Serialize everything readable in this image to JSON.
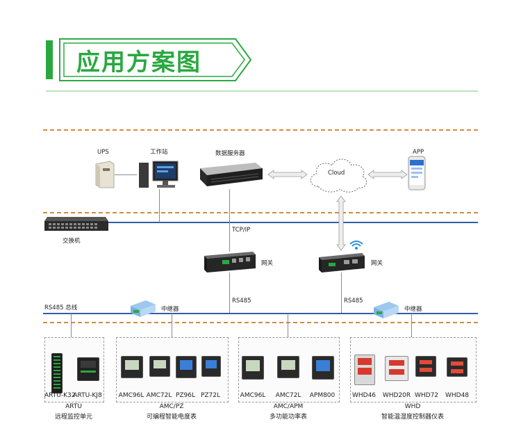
{
  "title": "应用方案图",
  "colors": {
    "accent": "#2aa840",
    "bus": "#2d5fa8",
    "dash": "#d48a3c"
  },
  "top": {
    "ups": "UPS",
    "workstation": "工作站",
    "server": "数据服务器",
    "cloud": "Cloud",
    "app": "APP"
  },
  "network": {
    "switch": "交换机",
    "tcpip": "TCP/IP",
    "gateway1": "网关",
    "gateway2": "网关",
    "rs485_1": "RS485",
    "rs485_2": "RS485",
    "bus_label": "RS485 总线",
    "repeater1": "中继器",
    "repeater2": "中继器"
  },
  "groups": [
    {
      "devices": [
        "ARTU-K32",
        "ARTU-KJ8"
      ],
      "series": "ARTU",
      "desc": "远程监控单元"
    },
    {
      "devices": [
        "AMC96L",
        "AMC72L",
        "PZ96L",
        "PZ72L"
      ],
      "series": "AMC/PZ",
      "desc": "可编程智能电度表"
    },
    {
      "devices": [
        "AMC96L",
        "AMC72L",
        "APM800"
      ],
      "series": "AMC/APM",
      "desc": "多功能功率表"
    },
    {
      "devices": [
        "WHD46",
        "WHD20R",
        "WHD72",
        "WHD48"
      ],
      "series": "WHD",
      "desc": "智能温湿度控制器仪表"
    }
  ]
}
